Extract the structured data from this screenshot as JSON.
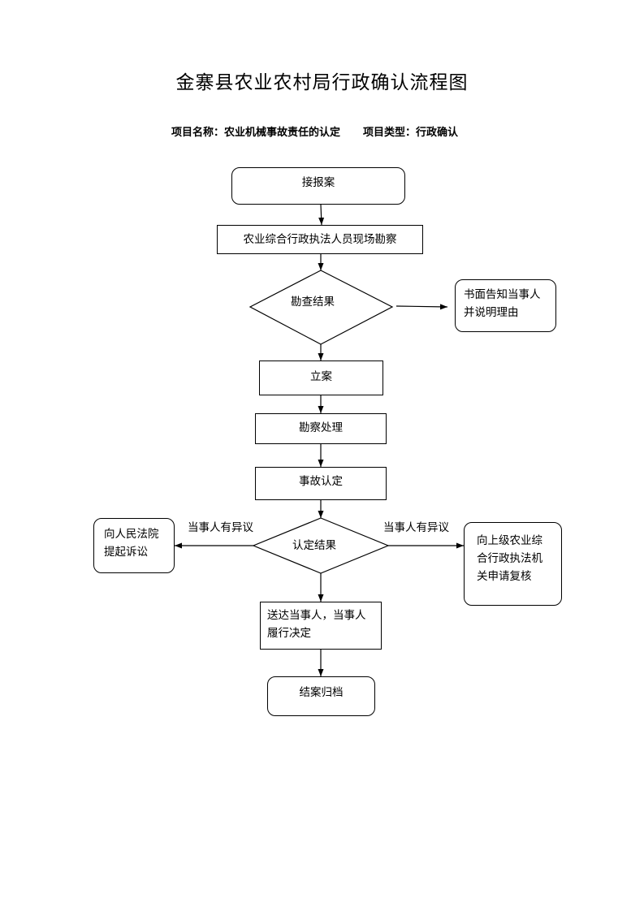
{
  "title": "金寨县农业农村局行政确认流程图",
  "subtitle": {
    "item_name": "项目名称：农业机械事故责任的认定",
    "item_type": "项目类型：行政确认"
  },
  "nodes": {
    "receive": "接报案",
    "inspect": "农业综合行政执法人员现场勘察",
    "inspect_result": "勘查结果",
    "notify_line1": "书面告知当事人",
    "notify_line2": "并说明理由",
    "register": "立案",
    "investigate": "勘察处理",
    "determine": "事故认定",
    "determine_result": "认定结果",
    "lawsuit_line1": "向人民法院",
    "lawsuit_line2": "提起诉讼",
    "review_line1": "向上级农业综",
    "review_line2": "合行政执法机",
    "review_line3": "关申请复核",
    "deliver_line1": "送达当事人，当事人",
    "deliver_line2": "履行决定",
    "archive": "结案归档"
  },
  "edge_labels": {
    "left_objection": "当事人有异议",
    "right_objection": "当事人有异议"
  }
}
